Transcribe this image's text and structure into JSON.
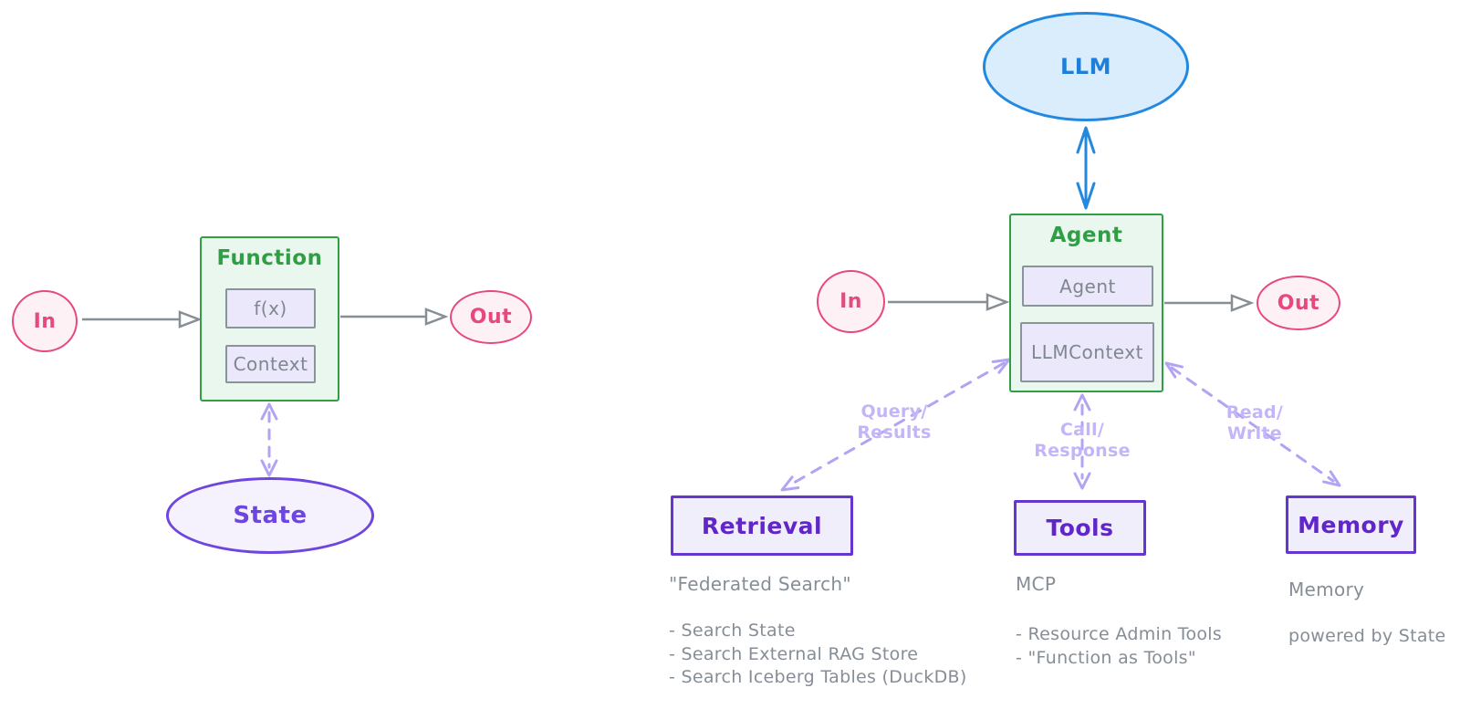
{
  "function_diagram": {
    "in_label": "In",
    "out_label": "Out",
    "box_title": "Function",
    "inner_boxes": [
      "f(x)",
      "Context"
    ],
    "state_label": "State"
  },
  "agent_diagram": {
    "llm_label": "LLM",
    "box_title": "Agent",
    "inner_boxes": [
      "Agent",
      "LLMContext"
    ],
    "in_label": "In",
    "out_label": "Out",
    "edge_labels": {
      "retrieval": "Query/\nResults",
      "tools": "Call/\nResponse",
      "memory": "Read/\nWrite"
    },
    "subsystems": [
      {
        "title": "Retrieval",
        "subtitle": "\"Federated Search\"",
        "bullets": [
          "- Search State",
          "- Search External RAG Store",
          "- Search Iceberg Tables (DuckDB)"
        ]
      },
      {
        "title": "Tools",
        "subtitle": "MCP",
        "bullets": [
          "- Resource Admin Tools",
          "- \"Function as Tools\""
        ]
      },
      {
        "title": "Memory",
        "subtitle": "Memory",
        "bullets": [
          "powered by State"
        ]
      }
    ]
  },
  "colors": {
    "green": "#2f9e44",
    "green_fill": "#e9f7ee",
    "pink": "#e64980",
    "pink_fill": "#fdf1f5",
    "blue": "#2288e0",
    "blue_fill": "#d9edfc",
    "purple": "#6436cf",
    "purple_fill": "#f1eefb",
    "violet": "#6d46e0",
    "violet_fill": "#f5f2fd",
    "light_purple": "#b3a3f4",
    "gray": "#868e96",
    "inner_fill": "#eae8fa"
  }
}
